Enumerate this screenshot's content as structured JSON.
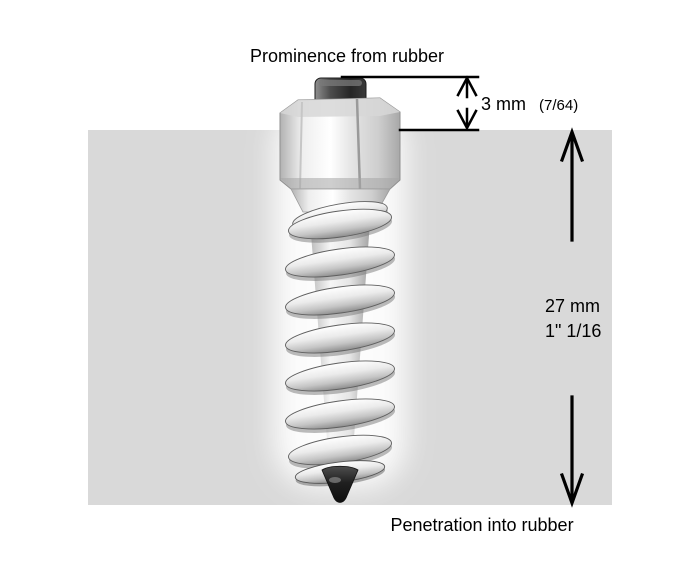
{
  "labels": {
    "top": "Prominence from rubber",
    "bottom": "Penetration into rubber"
  },
  "dimensions": {
    "prominence": {
      "metric": "3 mm",
      "imperial": "(7/64)"
    },
    "penetration": {
      "metric": "27 mm",
      "imperial": "1\" 1/16"
    }
  },
  "colors": {
    "background": "#ffffff",
    "rubber_block": "#d9d9d9",
    "dimension_lines": "#000000",
    "text": "#000000"
  },
  "illustration_name": "tire-stud-screw-photo"
}
